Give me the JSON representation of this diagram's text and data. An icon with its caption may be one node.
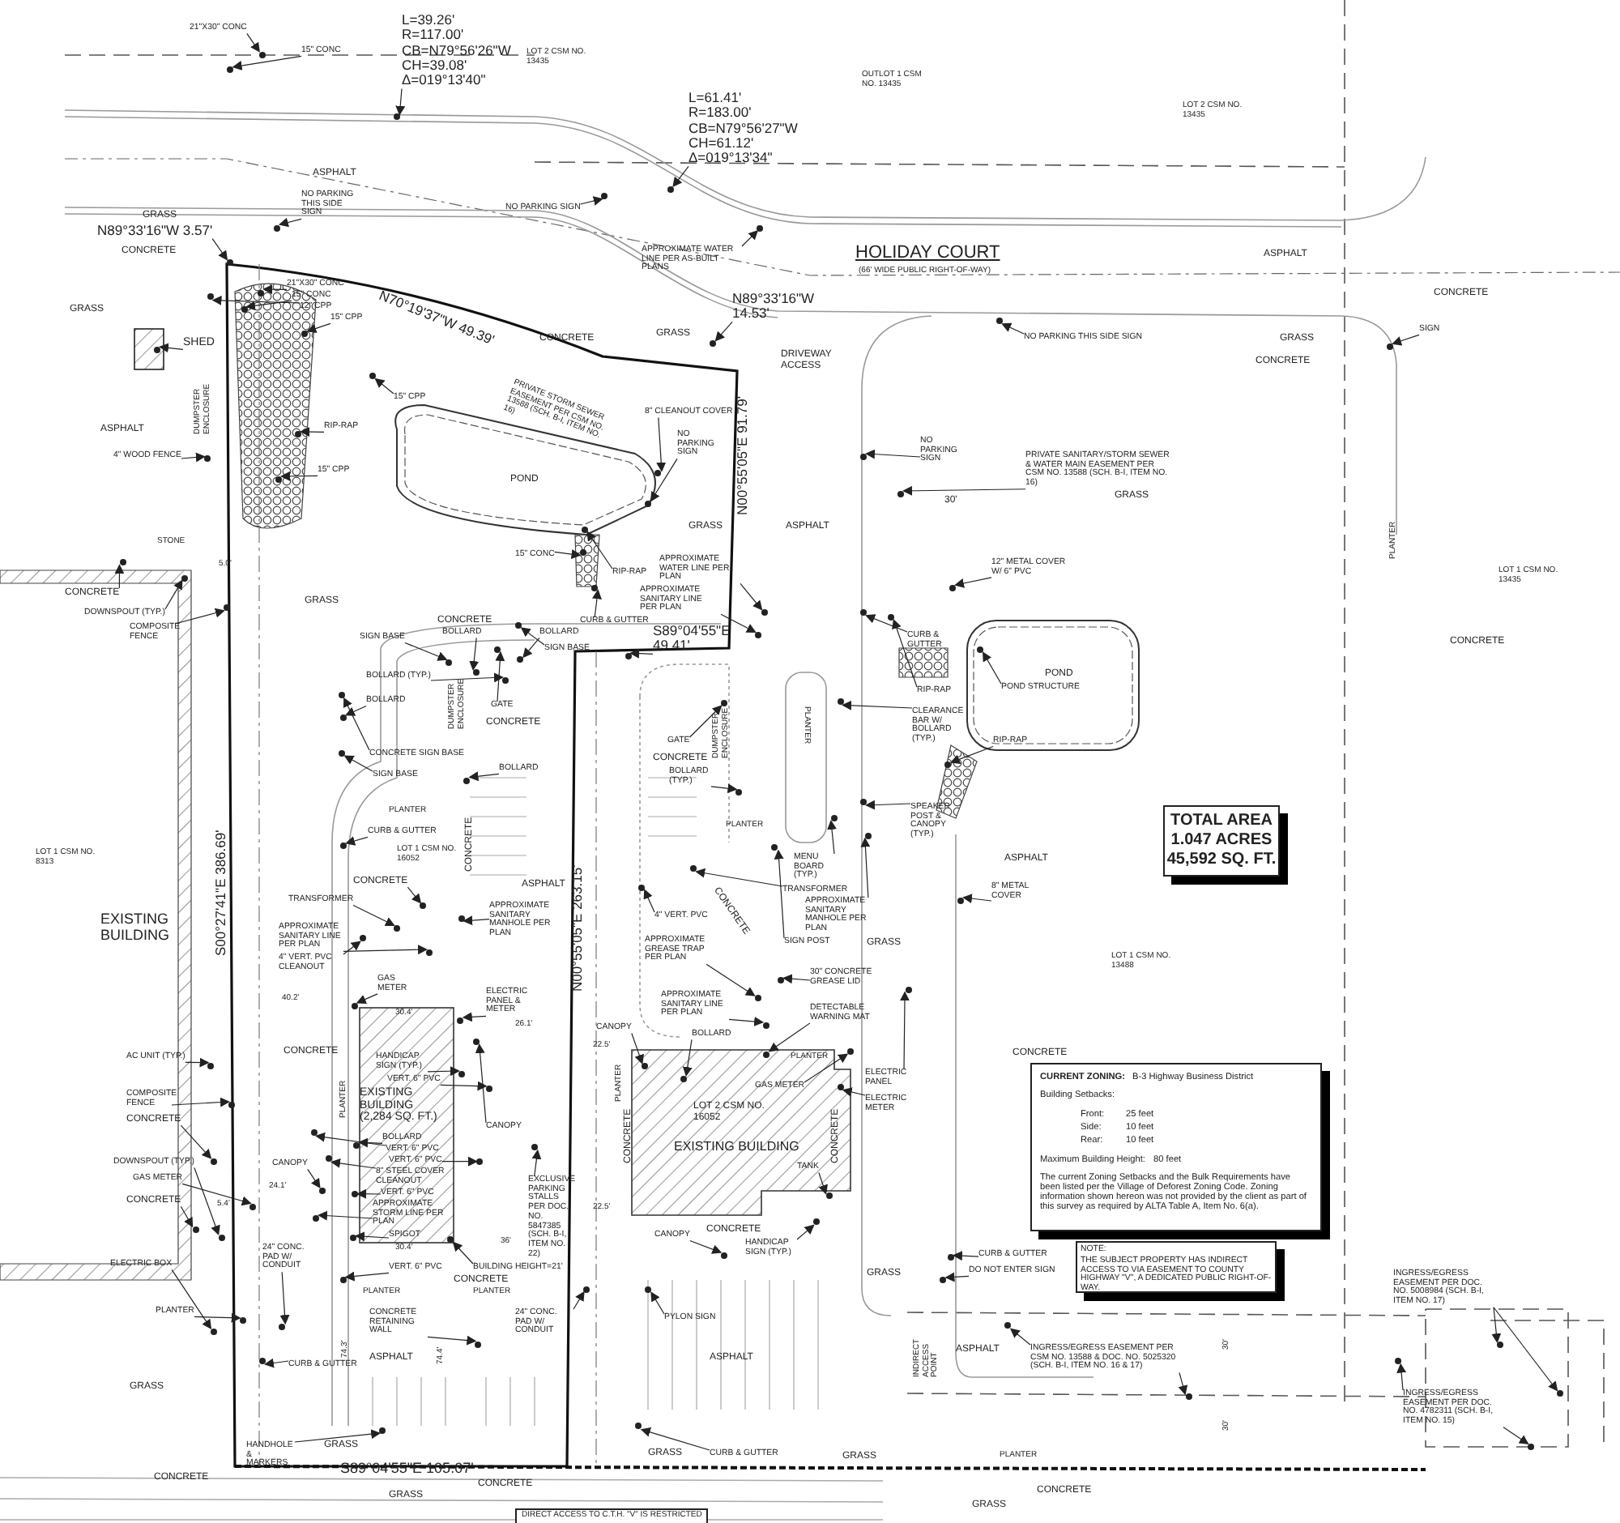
{
  "diagram": {
    "nodes": [
      {
        "text": [
          "TOTAL AREA",
          "1.047 ACRES",
          "45,592 SQ. FT."
        ]
      },
      {
        "text": [
          "CURRENT ZONING:",
          "B-3 Highway Business District",
          "Building Setbacks:",
          "Front:",
          "25 feet",
          "Side:",
          "10 feet",
          "Rear:",
          "10 feet",
          "Maximum Building Height:",
          "80 feet",
          "The current Zoning Setbacks and the Bulk Requirements have been listed per the Village of Deforest Zoning Code. Zoning information shown hereon was not provided by the client as part of this survey as required by ALTA Table A, Item No. 6(a)."
        ]
      },
      {
        "text": [
          "NOTE:",
          "THE SUBJECT PROPERTY HAS INDIRECT ACCESS TO VIA EASEMENT TO COUNTY HIGHWAY \"V\", A DEDICATED PUBLIC RIGHT-OF-WAY."
        ]
      },
      {
        "text": [
          "DIRECT ACCESS TO C.T.H. \"V\" IS RESTRICTED"
        ]
      },
      {
        "text": [
          "L=39.26'",
          "R=117.00'",
          "CB=N79°56'26\"W",
          "CH=39.08'",
          "Δ=019°13'40\""
        ]
      },
      {
        "text": [
          "L=61.41'",
          "R=183.00'",
          "CB=N79°56'27\"W",
          "CH=61.12'",
          "Δ=019°13'34\""
        ]
      },
      {
        "text": [
          "N89°33'16\"W 3.57'"
        ]
      },
      {
        "text": [
          "N89°33'16\"W 14.53'"
        ]
      },
      {
        "text": [
          "S89°04'55\"E 49.41'"
        ]
      },
      {
        "text": [
          "21\"X30\" CONC"
        ]
      },
      {
        "text": [
          "15\" CONC"
        ]
      },
      {
        "text": [
          "NO PARKING THIS SIDE SIGN"
        ]
      },
      {
        "text": [
          "NO PARKING SIGN"
        ]
      },
      {
        "text": [
          "APPROXIMATE WATER LINE PER AS-BUILT PLANS"
        ]
      },
      {
        "text": [
          "21\"X30\" CONC"
        ]
      },
      {
        "text": [
          "15\" CONC"
        ]
      },
      {
        "text": [
          "12\" CPP"
        ]
      },
      {
        "text": [
          "15\" CPP"
        ]
      },
      {
        "text": [
          "15\" CPP"
        ]
      },
      {
        "text": [
          "SHED"
        ]
      },
      {
        "text": [
          "4\" WOOD FENCE"
        ]
      },
      {
        "text": [
          "RIP-RAP"
        ]
      },
      {
        "text": [
          "15\" CPP"
        ]
      },
      {
        "text": [
          "8\" CLEANOUT COVER"
        ]
      },
      {
        "text": [
          "NO PARKING SIGN"
        ]
      },
      {
        "text": [
          "NO PARKING THIS SIDE SIGN"
        ]
      },
      {
        "text": [
          "SIGN"
        ]
      },
      {
        "text": [
          "NO PARKING SIGN"
        ]
      },
      {
        "text": [
          "PRIVATE SANITARY/STORM SEWER & WATER MAIN EASEMENT PER CSM NO. 13588 (SCH. B-I, ITEM NO. 16)"
        ]
      },
      {
        "text": [
          "15\" CONC"
        ]
      },
      {
        "text": [
          "RIP-RAP"
        ]
      },
      {
        "text": [
          "APPROXIMATE WATER LINE PER PLAN"
        ]
      },
      {
        "text": [
          "APPROXIMATE SANITARY LINE PER PLAN"
        ]
      },
      {
        "text": [
          "CURB & GUTTER"
        ]
      },
      {
        "text": [
          "SIGN BASE"
        ]
      },
      {
        "text": [
          "BOLLARD"
        ]
      },
      {
        "text": [
          "BOLLARD"
        ]
      },
      {
        "text": [
          "SIGN BASE"
        ]
      },
      {
        "text": [
          "BOLLARD (TYP.)"
        ]
      },
      {
        "text": [
          "BOLLARD"
        ]
      },
      {
        "text": [
          "GATE"
        ]
      },
      {
        "text": [
          "CONCRETE SIGN BASE"
        ]
      },
      {
        "text": [
          "BOLLARD"
        ]
      },
      {
        "text": [
          "SIGN BASE"
        ]
      },
      {
        "text": [
          "CURB & GUTTER"
        ]
      },
      {
        "text": [
          "CONCRETE"
        ]
      },
      {
        "text": [
          "TRANSFORMER"
        ]
      },
      {
        "text": [
          "APPROXIMATE SANITARY MANHOLE PER PLAN"
        ]
      },
      {
        "text": [
          "APPROXIMATE SANITARY LINE PER PLAN"
        ]
      },
      {
        "text": [
          "4\" VERT. PVC CLEANOUT"
        ]
      },
      {
        "text": [
          "GAS METER"
        ]
      },
      {
        "text": [
          "ELECTRIC PANEL & METER"
        ]
      },
      {
        "text": [
          "CONCRETE"
        ]
      },
      {
        "text": [
          "DOWNSPOUT (TYP.)"
        ]
      },
      {
        "text": [
          "COMPOSITE FENCE"
        ]
      },
      {
        "text": [
          "GATE"
        ]
      },
      {
        "text": [
          "BOLLARD (TYP.)"
        ]
      },
      {
        "text": [
          "4\" VERT. PVC"
        ]
      },
      {
        "text": [
          "APPROXIMATE GREASE TRAP PER PLAN"
        ]
      },
      {
        "text": [
          "APPROXIMATE SANITARY LINE PER PLAN"
        ]
      },
      {
        "text": [
          "CANOPY"
        ]
      },
      {
        "text": [
          "BOLLARD"
        ]
      },
      {
        "text": [
          "MENU BOARD (TYP.)"
        ]
      },
      {
        "text": [
          "TRANSFORMER"
        ]
      },
      {
        "text": [
          "APPROXIMATE SANITARY MANHOLE PER PLAN"
        ]
      },
      {
        "text": [
          "SIGN POST"
        ]
      },
      {
        "text": [
          "30\" CONCRETE GREASE LID"
        ]
      },
      {
        "text": [
          "DETECTABLE WARNING MAT"
        ]
      },
      {
        "text": [
          "12\" METAL COVER W/ 6\" PVC"
        ]
      },
      {
        "text": [
          "CURB & GUTTER"
        ]
      },
      {
        "text": [
          "RIP-RAP"
        ]
      },
      {
        "text": [
          "POND STRUCTURE"
        ]
      },
      {
        "text": [
          "CLEARANCE BAR W/ BOLLARD (TYP.)"
        ]
      },
      {
        "text": [
          "RIP-RAP"
        ]
      },
      {
        "text": [
          "SPEAKER POST & CANOPY (TYP.)"
        ]
      },
      {
        "text": [
          "8\" METAL COVER"
        ]
      },
      {
        "text": [
          "AC UNIT (TYP.)"
        ]
      },
      {
        "text": [
          "COMPOSITE FENCE"
        ]
      },
      {
        "text": [
          "CONCRETE"
        ]
      },
      {
        "text": [
          "DOWNSPOUT (TYP.)"
        ]
      },
      {
        "text": [
          "GAS METER"
        ]
      },
      {
        "text": [
          "CONCRETE"
        ]
      },
      {
        "text": [
          "ELECTRIC BOX"
        ]
      },
      {
        "text": [
          "PLANTER"
        ]
      },
      {
        "text": [
          "HANDICAP SIGN (TYP.)"
        ]
      },
      {
        "text": [
          "VERT. 6\" PVC"
        ]
      },
      {
        "text": [
          "BOLLARD"
        ]
      },
      {
        "text": [
          "CANOPY"
        ]
      },
      {
        "text": [
          "VERT. 6\" PVC"
        ]
      },
      {
        "text": [
          "VERT. 6\" PVC"
        ]
      },
      {
        "text": [
          "8\" STEEL COVER CLEANOUT"
        ]
      },
      {
        "text": [
          "VERT. 6\" PVC"
        ]
      },
      {
        "text": [
          "APPROXIMATE STORM LINE PER PLAN"
        ]
      },
      {
        "text": [
          "SPIGOT"
        ]
      },
      {
        "text": [
          "24\" CONC. PAD W/ CONDUIT"
        ]
      },
      {
        "text": [
          "VERT. 6\" PVC"
        ]
      },
      {
        "text": [
          "CANOPY"
        ]
      },
      {
        "text": [
          "EXCLUSIVE PARKING STALLS PER DOC. NO. 5847385 (SCH. B-I, ITEM NO. 22)"
        ]
      },
      {
        "text": [
          "BUILDING HEIGHT=21'"
        ]
      },
      {
        "text": [
          "CONCRETE RETAINING WALL"
        ]
      },
      {
        "text": [
          "24\" CONC. PAD W/ CONDUIT"
        ]
      },
      {
        "text": [
          "CURB & GUTTER"
        ]
      },
      {
        "text": [
          "HANDHOLE & MARKERS"
        ]
      },
      {
        "text": [
          "GAS METER"
        ]
      },
      {
        "text": [
          "TANK"
        ]
      },
      {
        "text": [
          "CANOPY"
        ]
      },
      {
        "text": [
          "HANDICAP SIGN (TYP.)"
        ]
      },
      {
        "text": [
          "PYLON SIGN"
        ]
      },
      {
        "text": [
          "CURB & GUTTER"
        ]
      },
      {
        "text": [
          "ELECTRIC PANEL"
        ]
      },
      {
        "text": [
          "ELECTRIC METER"
        ]
      },
      {
        "text": [
          "CURB & GUTTER"
        ]
      },
      {
        "text": [
          "DO NOT ENTER SIGN"
        ]
      },
      {
        "text": [
          "INGRESS/EGRESS EASEMENT PER CSM NO. 13588 & DOC. NO. 5025320 (SCH. B-I, ITEM NO. 16 & 17)"
        ]
      },
      {
        "text": [
          "INGRESS/EGRESS EASEMENT PER DOC. NO. 5008984 (SCH. B-I, ITEM NO. 17)"
        ]
      },
      {
        "text": [
          "INGRESS/EGRESS EASEMENT PER DOC. NO. 4782311 (SCH. B-I, ITEM NO. 15)"
        ]
      },
      {
        "text": [],
        "shape": "dot"
      },
      {
        "text": [],
        "shape": "dot"
      },
      {
        "text": [],
        "shape": "dot"
      },
      {
        "text": [],
        "shape": "dot"
      },
      {
        "text": [],
        "shape": "dot"
      },
      {
        "text": [],
        "shape": "dot"
      },
      {
        "text": [],
        "shape": "dot"
      },
      {
        "text": [],
        "shape": "dot"
      },
      {
        "text": [],
        "shape": "dot"
      },
      {
        "text": [],
        "shape": "dot"
      },
      {
        "text": [],
        "shape": "dot"
      },
      {
        "text": [],
        "shape": "dot"
      },
      {
        "text": [],
        "shape": "dot"
      },
      {
        "text": [],
        "shape": "dot"
      },
      {
        "text": [],
        "shape": "dot"
      },
      {
        "text": [],
        "shape": "dot"
      },
      {
        "text": [],
        "shape": "dot"
      },
      {
        "text": [],
        "shape": "dot"
      },
      {
        "text": [],
        "shape": "dot"
      },
      {
        "text": [],
        "shape": "dot"
      },
      {
        "text": [],
        "shape": "dot"
      },
      {
        "text": [],
        "shape": "dot"
      },
      {
        "text": [],
        "shape": "dot"
      },
      {
        "text": [],
        "shape": "dot"
      },
      {
        "text": [],
        "shape": "dot"
      },
      {
        "text": [],
        "shape": "dot"
      },
      {
        "text": [],
        "shape": "dot"
      },
      {
        "text": [],
        "shape": "dot"
      },
      {
        "text": [],
        "shape": "dot"
      },
      {
        "text": [],
        "shape": "dot"
      },
      {
        "text": [],
        "shape": "dot"
      },
      {
        "text": [],
        "shape": "dot"
      },
      {
        "text": [],
        "shape": "dot"
      },
      {
        "text": [],
        "shape": "dot"
      },
      {
        "text": [],
        "shape": "dot"
      },
      {
        "text": [],
        "shape": "dot"
      },
      {
        "text": [],
        "shape": "dot"
      },
      {
        "text": [],
        "shape": "dot"
      },
      {
        "text": [],
        "shape": "dot"
      },
      {
        "text": [],
        "shape": "dot"
      },
      {
        "text": [],
        "shape": "dot"
      },
      {
        "text": [],
        "shape": "dot"
      },
      {
        "text": [],
        "shape": "dot"
      },
      {
        "text": [],
        "shape": "dot"
      },
      {
        "text": [],
        "shape": "dot"
      },
      {
        "text": [],
        "shape": "dot"
      },
      {
        "text": [],
        "shape": "dot"
      },
      {
        "text": [],
        "shape": "dot"
      },
      {
        "text": [],
        "shape": "dot"
      },
      {
        "text": [],
        "shape": "dot"
      },
      {
        "text": [],
        "shape": "dot"
      },
      {
        "text": [],
        "shape": "dot"
      },
      {
        "text": [],
        "shape": "dot"
      },
      {
        "text": [],
        "shape": "dot"
      },
      {
        "text": [],
        "shape": "dot"
      },
      {
        "text": [],
        "shape": "dot"
      },
      {
        "text": [],
        "shape": "dot"
      },
      {
        "text": [],
        "shape": "dot"
      },
      {
        "text": [],
        "shape": "dot"
      },
      {
        "text": [],
        "shape": "dot"
      },
      {
        "text": [],
        "shape": "dot"
      },
      {
        "text": [],
        "shape": "dot"
      },
      {
        "text": [],
        "shape": "dot"
      },
      {
        "text": [],
        "shape": "dot"
      },
      {
        "text": [],
        "shape": "dot"
      },
      {
        "text": [],
        "shape": "dot"
      },
      {
        "text": [],
        "shape": "dot"
      },
      {
        "text": [],
        "shape": "dot"
      },
      {
        "text": [],
        "shape": "dot"
      },
      {
        "text": [],
        "shape": "dot"
      },
      {
        "text": [],
        "shape": "dot"
      },
      {
        "text": [],
        "shape": "dot"
      },
      {
        "text": [],
        "shape": "dot"
      },
      {
        "text": [],
        "shape": "dot"
      },
      {
        "text": [],
        "shape": "dot"
      },
      {
        "text": [],
        "shape": "dot"
      },
      {
        "text": [],
        "shape": "dot"
      },
      {
        "text": [],
        "shape": "dot"
      },
      {
        "text": [],
        "shape": "dot"
      },
      {
        "text": [],
        "shape": "dot"
      },
      {
        "text": [],
        "shape": "dot"
      },
      {
        "text": [],
        "shape": "dot"
      },
      {
        "text": [],
        "shape": "dot"
      },
      {
        "text": [],
        "shape": "dot"
      },
      {
        "text": [],
        "shape": "dot"
      },
      {
        "text": [],
        "shape": "dot"
      },
      {
        "text": [],
        "shape": "dot"
      },
      {
        "text": [],
        "shape": "dot"
      },
      {
        "text": [],
        "shape": "dot"
      },
      {
        "text": [],
        "shape": "dot"
      },
      {
        "text": [],
        "shape": "dot"
      },
      {
        "text": [],
        "shape": "dot"
      },
      {
        "text": [],
        "shape": "dot"
      },
      {
        "text": [],
        "shape": "dot"
      },
      {
        "text": [],
        "shape": "dot"
      },
      {
        "text": [],
        "shape": "dot"
      },
      {
        "text": [],
        "shape": "dot"
      },
      {
        "text": [],
        "shape": "dot"
      },
      {
        "text": [],
        "shape": "dot"
      },
      {
        "text": [],
        "shape": "dot"
      },
      {
        "text": [],
        "shape": "dot"
      },
      {
        "text": [],
        "shape": "dot"
      },
      {
        "text": [],
        "shape": "dot"
      },
      {
        "text": [],
        "shape": "dot"
      },
      {
        "text": [],
        "shape": "dot"
      },
      {
        "text": [],
        "shape": "dot"
      },
      {
        "text": [],
        "shape": "dot"
      },
      {
        "text": [],
        "shape": "dot"
      },
      {
        "text": [],
        "shape": "dot"
      },
      {
        "text": [],
        "shape": "dot"
      },
      {
        "text": [],
        "shape": "dot"
      },
      {
        "text": [],
        "shape": "dot"
      },
      {
        "text": [],
        "shape": "dot"
      },
      {
        "text": [],
        "shape": "dot"
      },
      {
        "text": [],
        "shape": "dot"
      }
    ],
    "edges": [
      {
        "from": 4,
        "to": 116,
        "arrow": "to"
      },
      {
        "from": 5,
        "to": 117,
        "arrow": "to"
      },
      {
        "from": 6,
        "to": 118,
        "arrow": "to"
      },
      {
        "from": 7,
        "to": 119,
        "arrow": "to"
      },
      {
        "from": 8,
        "to": 120,
        "arrow": "to"
      },
      {
        "from": 9,
        "to": 121,
        "arrow": "to"
      },
      {
        "from": 10,
        "to": 122,
        "arrow": "to"
      },
      {
        "from": 11,
        "to": 123,
        "arrow": "to"
      },
      {
        "from": 12,
        "to": 124,
        "arrow": "to"
      },
      {
        "from": 13,
        "to": 125,
        "arrow": "to"
      },
      {
        "from": 14,
        "to": 126,
        "arrow": "to"
      },
      {
        "from": 15,
        "to": 127,
        "arrow": "to"
      },
      {
        "from": 16,
        "to": 128,
        "arrow": "to"
      },
      {
        "from": 17,
        "to": 129,
        "arrow": "to"
      },
      {
        "from": 18,
        "to": 130,
        "arrow": "to"
      },
      {
        "from": 19,
        "to": 131,
        "arrow": "to"
      },
      {
        "from": 20,
        "to": 132,
        "arrow": "to"
      },
      {
        "from": 21,
        "to": 133,
        "arrow": "to"
      },
      {
        "from": 22,
        "to": 134,
        "arrow": "to"
      },
      {
        "from": 23,
        "to": 135,
        "arrow": "to"
      },
      {
        "from": 24,
        "to": 136,
        "arrow": "to"
      },
      {
        "from": 25,
        "to": 137,
        "arrow": "to"
      },
      {
        "from": 26,
        "to": 138,
        "arrow": "to"
      },
      {
        "from": 27,
        "to": 139,
        "arrow": "to"
      },
      {
        "from": 28,
        "to": 140,
        "arrow": "to"
      },
      {
        "from": 29,
        "to": 141,
        "arrow": "to"
      },
      {
        "from": 30,
        "to": 142,
        "arrow": "to"
      },
      {
        "from": 31,
        "to": 143,
        "arrow": "to"
      },
      {
        "from": 32,
        "to": 144,
        "arrow": "to"
      },
      {
        "from": 33,
        "to": 145,
        "arrow": "to"
      },
      {
        "from": 34,
        "to": 146,
        "arrow": "to"
      },
      {
        "from": 35,
        "to": 147,
        "arrow": "to"
      },
      {
        "from": 36,
        "to": 148,
        "arrow": "to"
      },
      {
        "from": 37,
        "to": 149,
        "arrow": "to"
      },
      {
        "from": 38,
        "to": 150,
        "arrow": "to"
      },
      {
        "from": 39,
        "to": 151,
        "arrow": "to"
      },
      {
        "from": 40,
        "to": 152,
        "arrow": "to"
      },
      {
        "from": 41,
        "to": 153,
        "arrow": "to"
      },
      {
        "from": 42,
        "to": 154,
        "arrow": "to"
      },
      {
        "from": 43,
        "to": 155,
        "arrow": "to"
      },
      {
        "from": 44,
        "to": 156,
        "arrow": "to"
      },
      {
        "from": 45,
        "to": 157,
        "arrow": "to"
      },
      {
        "from": 46,
        "to": 158,
        "arrow": "to"
      },
      {
        "from": 47,
        "to": 159,
        "arrow": "to"
      },
      {
        "from": 48,
        "to": 160,
        "arrow": "to"
      },
      {
        "from": 49,
        "to": 161,
        "arrow": "to"
      },
      {
        "from": 50,
        "to": 162,
        "arrow": "to"
      },
      {
        "from": 51,
        "to": 163,
        "arrow": "to"
      },
      {
        "from": 52,
        "to": 164,
        "arrow": "to"
      },
      {
        "from": 53,
        "to": 165,
        "arrow": "to"
      },
      {
        "from": 54,
        "to": 166,
        "arrow": "to"
      },
      {
        "from": 55,
        "to": 167,
        "arrow": "to"
      },
      {
        "from": 56,
        "to": 168,
        "arrow": "to"
      },
      {
        "from": 57,
        "to": 169,
        "arrow": "to"
      },
      {
        "from": 58,
        "to": 170,
        "arrow": "to"
      },
      {
        "from": 59,
        "to": 171,
        "arrow": "to"
      },
      {
        "from": 60,
        "to": 172,
        "arrow": "to"
      },
      {
        "from": 61,
        "to": 173,
        "arrow": "to"
      },
      {
        "from": 62,
        "to": 174,
        "arrow": "to"
      },
      {
        "from": 63,
        "to": 175,
        "arrow": "to"
      },
      {
        "from": 64,
        "to": 176,
        "arrow": "to"
      },
      {
        "from": 65,
        "to": 177,
        "arrow": "to"
      },
      {
        "from": 66,
        "to": 178,
        "arrow": "to"
      },
      {
        "from": 67,
        "to": 179,
        "arrow": "to"
      },
      {
        "from": 68,
        "to": 180,
        "arrow": "to"
      },
      {
        "from": 69,
        "to": 181,
        "arrow": "to"
      },
      {
        "from": 70,
        "to": 182,
        "arrow": "to"
      },
      {
        "from": 71,
        "to": 183,
        "arrow": "to"
      },
      {
        "from": 72,
        "to": 184,
        "arrow": "to"
      },
      {
        "from": 73,
        "to": 185,
        "arrow": "to"
      },
      {
        "from": 74,
        "to": 186,
        "arrow": "to"
      },
      {
        "from": 75,
        "to": 187,
        "arrow": "to"
      },
      {
        "from": 76,
        "to": 188,
        "arrow": "to"
      },
      {
        "from": 77,
        "to": 189,
        "arrow": "to"
      },
      {
        "from": 78,
        "to": 190,
        "arrow": "to"
      },
      {
        "from": 79,
        "to": 191,
        "arrow": "to"
      },
      {
        "from": 80,
        "to": 192,
        "arrow": "to"
      },
      {
        "from": 81,
        "to": 193,
        "arrow": "to"
      },
      {
        "from": 82,
        "to": 194,
        "arrow": "to"
      },
      {
        "from": 83,
        "to": 195,
        "arrow": "to"
      },
      {
        "from": 84,
        "to": 196,
        "arrow": "to"
      },
      {
        "from": 85,
        "to": 197,
        "arrow": "to"
      },
      {
        "from": 86,
        "to": 198,
        "arrow": "to"
      },
      {
        "from": 87,
        "to": 199,
        "arrow": "to"
      },
      {
        "from": 88,
        "to": 200,
        "arrow": "to"
      },
      {
        "from": 89,
        "to": 201,
        "arrow": "to"
      },
      {
        "from": 90,
        "to": 202,
        "arrow": "to"
      },
      {
        "from": 91,
        "to": 203,
        "arrow": "to"
      },
      {
        "from": 92,
        "to": 204,
        "arrow": "to"
      },
      {
        "from": 93,
        "to": 205,
        "arrow": "to"
      },
      {
        "from": 94,
        "to": 206,
        "arrow": "to"
      },
      {
        "from": 95,
        "to": 207,
        "arrow": "to"
      },
      {
        "from": 96,
        "to": 208,
        "arrow": "to"
      },
      {
        "from": 97,
        "to": 209,
        "arrow": "to"
      },
      {
        "from": 98,
        "to": 210,
        "arrow": "to"
      },
      {
        "from": 99,
        "to": 211,
        "arrow": "to"
      },
      {
        "from": 100,
        "to": 212,
        "arrow": "to"
      },
      {
        "from": 101,
        "to": 213,
        "arrow": "to"
      },
      {
        "from": 102,
        "to": 214,
        "arrow": "to"
      },
      {
        "from": 103,
        "to": 215,
        "arrow": "to"
      },
      {
        "from": 104,
        "to": 216,
        "arrow": "to"
      },
      {
        "from": 105,
        "to": 217,
        "arrow": "to"
      },
      {
        "from": 106,
        "to": 218,
        "arrow": "to"
      },
      {
        "from": 107,
        "to": 219,
        "arrow": "to"
      },
      {
        "from": 108,
        "to": 220,
        "arrow": "to"
      },
      {
        "from": 109,
        "to": 221,
        "arrow": "to"
      },
      {
        "from": 110,
        "to": 222,
        "arrow": "to"
      },
      {
        "from": 111,
        "to": 223,
        "arrow": "to"
      },
      {
        "from": 112,
        "to": 224,
        "arrow": "to"
      },
      {
        "from": 113,
        "to": 225,
        "arrow": "to"
      },
      {
        "from": 113,
        "to": 226,
        "arrow": "to"
      },
      {
        "from": 114,
        "to": 227,
        "arrow": "to"
      },
      {
        "from": 114,
        "to": 228,
        "arrow": "to"
      },
      {
        "from": 115,
        "to": 229,
        "arrow": "to"
      },
      {
        "from": 115,
        "to": 230,
        "arrow": "to"
      }
    ],
    "labels": [
      "LOT 2 CSM NO. 13435",
      "OUTLOT 1 CSM NO. 13435",
      "LOT 2 CSM NO. 13435",
      "ASPHALT",
      "GRASS",
      "CONCRETE",
      "HOLIDAY COURT",
      "(66' WIDE PUBLIC RIGHT-OF-WAY)",
      "ASPHALT",
      "CONCRETE",
      "N70°19'37\"W 49.39'",
      "GRASS",
      "CONCRETE",
      "GRASS",
      "GRASS",
      "CONCRETE",
      "DRIVEWAY ACCESS",
      "PRIVATE STORM SEWER EASEMENT PER CSM NO. 13588 (SCH. B-I, ITEM NO. 16)",
      "DUMPSTER ENCLOSURE",
      "ASPHALT",
      "POND",
      "30'",
      "GRASS",
      "N00°55'05\"E 91.79'",
      "ASPHALT",
      "GRASS",
      "STONE",
      "5.0'",
      "PLANTER",
      "LOT 1 CSM NO. 13435",
      "CONCRETE",
      "GRASS",
      "CONCRETE",
      "DUMPSTER ENCLOSURE",
      "CONCRETE",
      "POND",
      "DUMPSTER ENCLOSURE",
      "CONCRETE",
      "PLANTER",
      "PLANTER",
      "PLANTER",
      "LOT 1 CSM NO. 16052",
      "LOT 1 CSM NO. 8313",
      "ASPHALT",
      "CONCRETE",
      "ASPHALT",
      "CONCRETE",
      "EXISTING BUILDING",
      "S00°27'41\"E 386.69'",
      "N00°55'05\"E 263.15'",
      "GRASS",
      "LOT 1 CSM NO. 13488",
      "40.2'",
      "26.1'",
      "30.4'",
      "CONCRETE",
      "CONCRETE",
      "PLANTER",
      "EXISTING BUILDING (2,284 SQ. FT.)",
      "PLANTER",
      "LOT 2 CSM NO. 16052",
      "EXISTING BUILDING",
      "CONCRETE",
      "PLANTER",
      "CONCRETE",
      "24.1'",
      "22.5'",
      "22.5'",
      "5.4'",
      "30.4'",
      "36'",
      "CONCRETE",
      "PLANTER",
      "PLANTER",
      "CONCRETE",
      "GRASS",
      "ASPHALT",
      "ASPHALT",
      "74.3'",
      "74.4'",
      "GRASS",
      "INDIRECT ACCESS POINT",
      "ASPHALT",
      "30'",
      "30'",
      "GRASS",
      "GRASS",
      "GRASS",
      "PLANTER",
      "CONCRETE",
      "S89°04'55\"E 105.07'",
      "CONCRETE",
      "CONCRETE",
      "GRASS",
      "GRASS"
    ]
  }
}
